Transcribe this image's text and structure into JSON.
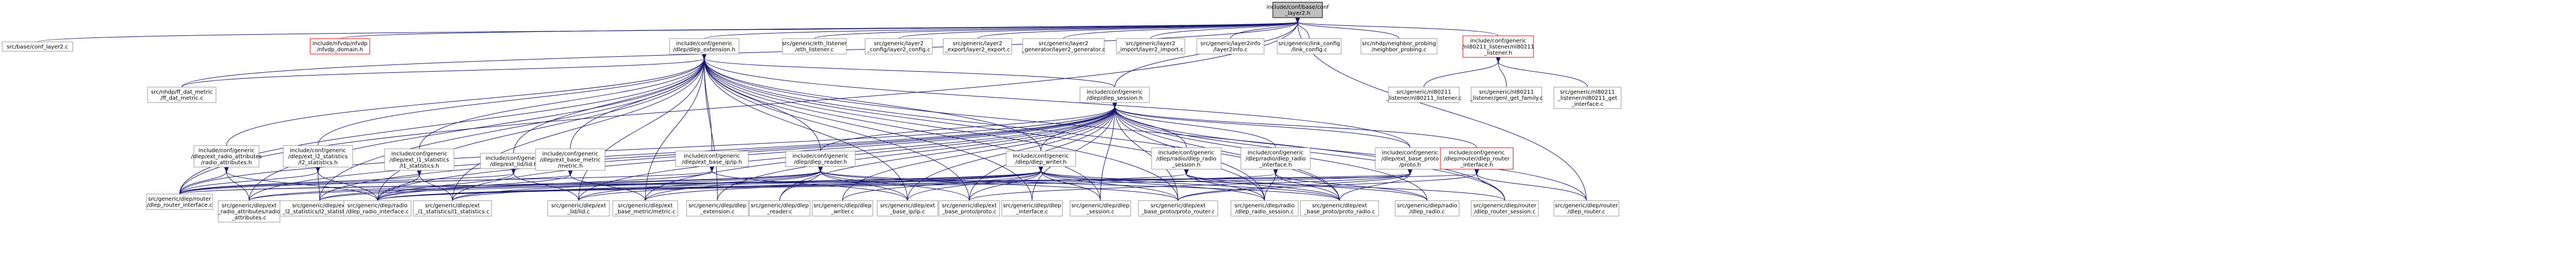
{
  "graph": {
    "colors": {
      "edge": "#191970",
      "root_fill": "#bfbfbf",
      "node_border": "#999999",
      "missing_border": "#ff0000"
    },
    "nodes": [
      {
        "id": "root",
        "lines": [
          "include/conf/base/conf",
          "_layer2.h"
        ],
        "kind": "root"
      },
      {
        "id": "conf_layer2_c",
        "lines": [
          "src/base/conf_layer2.c"
        ],
        "kind": "file"
      },
      {
        "id": "nfvdp_domain",
        "lines": [
          "include/nfvdp/nfvdp",
          "/nfvdp_domain.h"
        ],
        "kind": "missing"
      },
      {
        "id": "dlep_extension_h",
        "lines": [
          "include/conf/generic",
          "/dlep/dlep_extension.h"
        ],
        "kind": "file"
      },
      {
        "id": "eth_listener",
        "lines": [
          "src/generic/eth_listener",
          "/eth_listener.c"
        ],
        "kind": "file"
      },
      {
        "id": "layer2_config",
        "lines": [
          "src/generic/layer2",
          "_config/layer2_config.c"
        ],
        "kind": "file"
      },
      {
        "id": "layer2_export",
        "lines": [
          "src/generic/layer2",
          "_export/layer2_export.c"
        ],
        "kind": "file"
      },
      {
        "id": "layer2_generator",
        "lines": [
          "src/generic/layer2",
          "_generator/layer2_generator.c"
        ],
        "kind": "file"
      },
      {
        "id": "layer2_import",
        "lines": [
          "src/generic/layer2",
          "_import/layer2_import.c"
        ],
        "kind": "file"
      },
      {
        "id": "layer2info",
        "lines": [
          "src/generic/layer2info",
          "/layer2info.c"
        ],
        "kind": "file"
      },
      {
        "id": "link_config",
        "lines": [
          "src/generic/link_config",
          "/link_config.c"
        ],
        "kind": "file"
      },
      {
        "id": "neighbor_probing",
        "lines": [
          "src/nhdp/neighbor_probing",
          "/neighbor_probing.c"
        ],
        "kind": "file"
      },
      {
        "id": "nl80211_listener_h",
        "lines": [
          "include/conf/generic",
          "/nl80211_listener/nl80211",
          "_listener.h"
        ],
        "kind": "missing"
      },
      {
        "id": "nl80211_listener_c",
        "lines": [
          "src/generic/nl80211",
          "_listener/nl80211_listener.c"
        ],
        "kind": "file"
      },
      {
        "id": "genl_get_family",
        "lines": [
          "src/generic/nl80211",
          "_listener/genl_get_family.c"
        ],
        "kind": "file"
      },
      {
        "id": "nl80211_get_interface",
        "lines": [
          "src/generic/nl80211",
          "_listener/nl80211_get",
          "_interface.c"
        ],
        "kind": "file"
      },
      {
        "id": "ff_dat_metric",
        "lines": [
          "src/nhdp/ff_dat_metric",
          "/ff_dat_metric.c"
        ],
        "kind": "file"
      },
      {
        "id": "dlep_session_h",
        "lines": [
          "include/conf/generic",
          "/dlep/dlep_session.h"
        ],
        "kind": "file"
      },
      {
        "id": "ext_radio_attributes_h",
        "lines": [
          "include/conf/generic",
          "/dlep/ext_radio_attributes",
          "/radio_attributes.h"
        ],
        "kind": "file"
      },
      {
        "id": "ext_l2_statistics_h",
        "lines": [
          "include/conf/generic",
          "/dlep/ext_l2_statistics",
          "/l2_statistics.h"
        ],
        "kind": "file"
      },
      {
        "id": "ext_l1_statistics_h",
        "lines": [
          "include/conf/generic",
          "/dlep/ext_l1_statistics",
          "/l1_statistics.h"
        ],
        "kind": "file"
      },
      {
        "id": "ext_lid_h",
        "lines": [
          "include/conf/generic",
          "/dlep/ext_lid/lid.h"
        ],
        "kind": "file"
      },
      {
        "id": "ext_base_metric_h",
        "lines": [
          "include/conf/generic",
          "/dlep/ext_base_metric",
          "/metric.h"
        ],
        "kind": "file"
      },
      {
        "id": "ext_base_ip_h",
        "lines": [
          "include/conf/generic",
          "/dlep/ext_base_ip/ip.h"
        ],
        "kind": "file"
      },
      {
        "id": "dlep_reader_h",
        "lines": [
          "include/conf/generic",
          "/dlep/dlep_reader.h"
        ],
        "kind": "file"
      },
      {
        "id": "dlep_writer_h",
        "lines": [
          "include/conf/generic",
          "/dlep/dlep_writer.h"
        ],
        "kind": "file"
      },
      {
        "id": "dlep_radio_session_h",
        "lines": [
          "include/conf/generic",
          "/dlep/radio/dlep_radio",
          "_session.h"
        ],
        "kind": "file"
      },
      {
        "id": "dlep_radio_interface_h",
        "lines": [
          "include/conf/generic",
          "/dlep/radio/dlep_radio",
          "_interface.h"
        ],
        "kind": "file"
      },
      {
        "id": "ext_base_proto_h",
        "lines": [
          "include/conf/generic",
          "/dlep/ext_base_proto",
          "/proto.h"
        ],
        "kind": "file"
      },
      {
        "id": "dlep_router_interface_h",
        "lines": [
          "include/conf/generic",
          "/dlep/router/dlep_router",
          "_interface.h"
        ],
        "kind": "missing"
      },
      {
        "id": "dlep_router_interface_c",
        "lines": [
          "src/generic/dlep/router",
          "/dlep_router_interface.c"
        ],
        "kind": "file"
      },
      {
        "id": "radio_attributes_c",
        "lines": [
          "src/generic/dlep/ext",
          "_radio_attributes/radio",
          "_attributes.c"
        ],
        "kind": "file"
      },
      {
        "id": "l2_statistics_c",
        "lines": [
          "src/generic/dlep/ext",
          "_l2_statistics/l2_statistics.c"
        ],
        "kind": "file"
      },
      {
        "id": "dlep_radio_interface_c",
        "lines": [
          "src/generic/dlep/radio",
          "/dlep_radio_interface.c"
        ],
        "kind": "file"
      },
      {
        "id": "l1_statistics_c",
        "lines": [
          "src/generic/dlep/ext",
          "_l1_statistics/l1_statistics.c"
        ],
        "kind": "file"
      },
      {
        "id": "lid_c",
        "lines": [
          "src/generic/dlep/ext",
          "_lid/lid.c"
        ],
        "kind": "file"
      },
      {
        "id": "metric_c",
        "lines": [
          "src/generic/dlep/ext",
          "_base_metric/metric.c"
        ],
        "kind": "file"
      },
      {
        "id": "dlep_extension_c",
        "lines": [
          "src/generic/dlep/dlep",
          "_extension.c"
        ],
        "kind": "file"
      },
      {
        "id": "dlep_reader_c",
        "lines": [
          "src/generic/dlep/dlep",
          "_reader.c"
        ],
        "kind": "file"
      },
      {
        "id": "dlep_writer_c",
        "lines": [
          "src/generic/dlep/dlep",
          "_writer.c"
        ],
        "kind": "file"
      },
      {
        "id": "ip_c",
        "lines": [
          "src/generic/dlep/ext",
          "_base_ip/ip.c"
        ],
        "kind": "file"
      },
      {
        "id": "proto_c",
        "lines": [
          "src/generic/dlep/ext",
          "_base_proto/proto.c"
        ],
        "kind": "file"
      },
      {
        "id": "dlep_interface_c",
        "lines": [
          "src/generic/dlep/dlep",
          "_interface.c"
        ],
        "kind": "file"
      },
      {
        "id": "dlep_session_c",
        "lines": [
          "src/generic/dlep/dlep",
          "_session.c"
        ],
        "kind": "file"
      },
      {
        "id": "proto_router_c",
        "lines": [
          "src/generic/dlep/ext",
          "_base_proto/proto_router.c"
        ],
        "kind": "file"
      },
      {
        "id": "dlep_radio_session_c",
        "lines": [
          "src/generic/dlep/radio",
          "/dlep_radio_session.c"
        ],
        "kind": "file"
      },
      {
        "id": "proto_radio_c",
        "lines": [
          "src/generic/dlep/ext",
          "_base_proto/proto_radio.c"
        ],
        "kind": "file"
      },
      {
        "id": "dlep_radio_c",
        "lines": [
          "src/generic/dlep/radio",
          "/dlep_radio.c"
        ],
        "kind": "file"
      },
      {
        "id": "dlep_router_session_c",
        "lines": [
          "src/generic/dlep/router",
          "/dlep_router_session.c"
        ],
        "kind": "file"
      },
      {
        "id": "dlep_router_c",
        "lines": [
          "src/generic/dlep/router",
          "/dlep_router.c"
        ],
        "kind": "file"
      }
    ],
    "edges": [
      [
        "root",
        "conf_layer2_c"
      ],
      [
        "root",
        "nfvdp_domain"
      ],
      [
        "root",
        "dlep_extension_h"
      ],
      [
        "root",
        "eth_listener"
      ],
      [
        "root",
        "layer2_config"
      ],
      [
        "root",
        "layer2_export"
      ],
      [
        "root",
        "layer2_generator"
      ],
      [
        "root",
        "layer2_import"
      ],
      [
        "root",
        "layer2info"
      ],
      [
        "root",
        "link_config"
      ],
      [
        "root",
        "neighbor_probing"
      ],
      [
        "root",
        "nl80211_listener_h"
      ],
      [
        "root",
        "ff_dat_metric"
      ],
      [
        "root",
        "dlep_session_h"
      ],
      [
        "root",
        "dlep_router_interface_c"
      ],
      [
        "root",
        "dlep_router_c"
      ],
      [
        "nl80211_listener_h",
        "nl80211_listener_c"
      ],
      [
        "nl80211_listener_h",
        "genl_get_family"
      ],
      [
        "nl80211_listener_h",
        "nl80211_get_interface"
      ],
      [
        "dlep_extension_h",
        "ff_dat_metric"
      ],
      [
        "dlep_extension_h",
        "dlep_session_h"
      ],
      [
        "dlep_extension_h",
        "ext_radio_attributes_h"
      ],
      [
        "dlep_extension_h",
        "ext_l2_statistics_h"
      ],
      [
        "dlep_extension_h",
        "ext_l1_statistics_h"
      ],
      [
        "dlep_extension_h",
        "ext_lid_h"
      ],
      [
        "dlep_extension_h",
        "ext_base_metric_h"
      ],
      [
        "dlep_extension_h",
        "ext_base_ip_h"
      ],
      [
        "dlep_extension_h",
        "dlep_reader_h"
      ],
      [
        "dlep_extension_h",
        "dlep_writer_h"
      ],
      [
        "dlep_extension_h",
        "ext_base_proto_h"
      ],
      [
        "dlep_extension_h",
        "dlep_router_interface_c"
      ],
      [
        "dlep_extension_h",
        "radio_attributes_c"
      ],
      [
        "dlep_extension_h",
        "l2_statistics_c"
      ],
      [
        "dlep_extension_h",
        "dlep_radio_interface_c"
      ],
      [
        "dlep_extension_h",
        "l1_statistics_c"
      ],
      [
        "dlep_extension_h",
        "lid_c"
      ],
      [
        "dlep_extension_h",
        "metric_c"
      ],
      [
        "dlep_extension_h",
        "dlep_extension_c"
      ],
      [
        "dlep_extension_h",
        "ip_c"
      ],
      [
        "dlep_extension_h",
        "proto_c"
      ],
      [
        "dlep_extension_h",
        "dlep_interface_c"
      ],
      [
        "dlep_extension_h",
        "dlep_session_c"
      ],
      [
        "dlep_extension_h",
        "proto_router_c"
      ],
      [
        "dlep_extension_h",
        "proto_radio_c"
      ],
      [
        "dlep_extension_h",
        "dlep_radio_session_c"
      ],
      [
        "dlep_extension_h",
        "dlep_router_session_c"
      ],
      [
        "dlep_session_h",
        "dlep_reader_h"
      ],
      [
        "dlep_session_h",
        "dlep_writer_h"
      ],
      [
        "dlep_session_h",
        "dlep_radio_session_h"
      ],
      [
        "dlep_session_h",
        "dlep_radio_interface_h"
      ],
      [
        "dlep_session_h",
        "ext_base_proto_h"
      ],
      [
        "dlep_session_h",
        "dlep_router_interface_h"
      ],
      [
        "dlep_session_h",
        "dlep_router_interface_c"
      ],
      [
        "dlep_session_h",
        "radio_attributes_c"
      ],
      [
        "dlep_session_h",
        "l2_statistics_c"
      ],
      [
        "dlep_session_h",
        "dlep_radio_interface_c"
      ],
      [
        "dlep_session_h",
        "l1_statistics_c"
      ],
      [
        "dlep_session_h",
        "lid_c"
      ],
      [
        "dlep_session_h",
        "metric_c"
      ],
      [
        "dlep_session_h",
        "dlep_extension_c"
      ],
      [
        "dlep_session_h",
        "dlep_reader_c"
      ],
      [
        "dlep_session_h",
        "dlep_writer_c"
      ],
      [
        "dlep_session_h",
        "ip_c"
      ],
      [
        "dlep_session_h",
        "proto_c"
      ],
      [
        "dlep_session_h",
        "dlep_interface_c"
      ],
      [
        "dlep_session_h",
        "dlep_session_c"
      ],
      [
        "dlep_session_h",
        "proto_router_c"
      ],
      [
        "dlep_session_h",
        "dlep_radio_session_c"
      ],
      [
        "dlep_session_h",
        "proto_radio_c"
      ],
      [
        "dlep_session_h",
        "dlep_radio_c"
      ],
      [
        "dlep_session_h",
        "dlep_router_session_c"
      ],
      [
        "dlep_session_h",
        "dlep_router_c"
      ],
      [
        "ext_radio_attributes_h",
        "dlep_router_interface_c"
      ],
      [
        "ext_radio_attributes_h",
        "radio_attributes_c"
      ],
      [
        "ext_radio_attributes_h",
        "dlep_radio_interface_c"
      ],
      [
        "ext_l2_statistics_h",
        "dlep_router_interface_c"
      ],
      [
        "ext_l2_statistics_h",
        "l2_statistics_c"
      ],
      [
        "ext_l2_statistics_h",
        "dlep_radio_interface_c"
      ],
      [
        "ext_l1_statistics_h",
        "dlep_router_interface_c"
      ],
      [
        "ext_l1_statistics_h",
        "dlep_radio_interface_c"
      ],
      [
        "ext_l1_statistics_h",
        "l1_statistics_c"
      ],
      [
        "ext_lid_h",
        "dlep_router_interface_c"
      ],
      [
        "ext_lid_h",
        "dlep_radio_interface_c"
      ],
      [
        "ext_lid_h",
        "lid_c"
      ],
      [
        "ext_base_metric_h",
        "dlep_router_interface_c"
      ],
      [
        "ext_base_metric_h",
        "dlep_radio_interface_c"
      ],
      [
        "ext_base_metric_h",
        "metric_c"
      ],
      [
        "ext_base_ip_h",
        "dlep_router_interface_c"
      ],
      [
        "ext_base_ip_h",
        "dlep_radio_interface_c"
      ],
      [
        "ext_base_ip_h",
        "ip_c"
      ],
      [
        "dlep_reader_h",
        "radio_attributes_c"
      ],
      [
        "dlep_reader_h",
        "l2_statistics_c"
      ],
      [
        "dlep_reader_h",
        "l1_statistics_c"
      ],
      [
        "dlep_reader_h",
        "lid_c"
      ],
      [
        "dlep_reader_h",
        "metric_c"
      ],
      [
        "dlep_reader_h",
        "dlep_reader_c"
      ],
      [
        "dlep_reader_h",
        "ip_c"
      ],
      [
        "dlep_reader_h",
        "proto_c"
      ],
      [
        "dlep_reader_h",
        "proto_router_c"
      ],
      [
        "dlep_reader_h",
        "proto_radio_c"
      ],
      [
        "dlep_writer_h",
        "radio_attributes_c"
      ],
      [
        "dlep_writer_h",
        "l2_statistics_c"
      ],
      [
        "dlep_writer_h",
        "l1_statistics_c"
      ],
      [
        "dlep_writer_h",
        "lid_c"
      ],
      [
        "dlep_writer_h",
        "metric_c"
      ],
      [
        "dlep_writer_h",
        "dlep_writer_c"
      ],
      [
        "dlep_writer_h",
        "ip_c"
      ],
      [
        "dlep_writer_h",
        "proto_c"
      ],
      [
        "dlep_writer_h",
        "dlep_session_c"
      ],
      [
        "dlep_writer_h",
        "proto_router_c"
      ],
      [
        "dlep_writer_h",
        "proto_radio_c"
      ],
      [
        "dlep_writer_h",
        "dlep_radio_session_c"
      ],
      [
        "dlep_writer_h",
        "dlep_router_session_c"
      ],
      [
        "dlep_radio_session_h",
        "dlep_radio_interface_c"
      ],
      [
        "dlep_radio_session_h",
        "proto_radio_c"
      ],
      [
        "dlep_radio_session_h",
        "dlep_radio_session_c"
      ],
      [
        "dlep_radio_session_h",
        "dlep_radio_c"
      ],
      [
        "dlep_radio_interface_h",
        "dlep_radio_interface_c"
      ],
      [
        "dlep_radio_interface_h",
        "proto_radio_c"
      ],
      [
        "dlep_radio_interface_h",
        "dlep_radio_session_c"
      ],
      [
        "dlep_radio_interface_h",
        "dlep_radio_c"
      ],
      [
        "ext_base_proto_h",
        "dlep_router_interface_c"
      ],
      [
        "ext_base_proto_h",
        "dlep_radio_interface_c"
      ],
      [
        "ext_base_proto_h",
        "proto_c"
      ],
      [
        "ext_base_proto_h",
        "proto_router_c"
      ],
      [
        "ext_base_proto_h",
        "proto_radio_c"
      ],
      [
        "dlep_router_interface_h",
        "dlep_router_interface_c"
      ],
      [
        "dlep_router_interface_h",
        "proto_router_c"
      ],
      [
        "dlep_router_interface_h",
        "dlep_router_session_c"
      ],
      [
        "dlep_router_interface_h",
        "dlep_router_c"
      ]
    ]
  }
}
